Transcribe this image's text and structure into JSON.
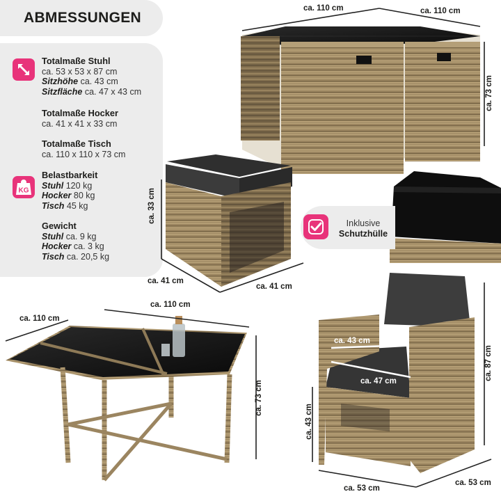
{
  "heading": "ABMESSUNGEN",
  "specs": {
    "chair": {
      "title": "Totalmaße Stuhl",
      "size": "ca. 53 x 53 x 87 cm",
      "seat_height_label": "Sitzhöhe",
      "seat_height_value": "ca. 43 cm",
      "seat_area_label": "Sitzfläche",
      "seat_area_value": "ca. 47 x 43 cm"
    },
    "stool": {
      "title": "Totalmaße Hocker",
      "size": "ca. 41 x 41 x 33 cm"
    },
    "table": {
      "title": "Totalmaße Tisch",
      "size": "ca. 110 x 110 x 73 cm"
    },
    "load": {
      "icon_text": "KG",
      "title": "Belastbarkeit",
      "rows": [
        {
          "label": "Stuhl",
          "value": "120 kg"
        },
        {
          "label": "Hocker",
          "value": "80 kg"
        },
        {
          "label": "Tisch",
          "value": "45 kg"
        }
      ]
    },
    "weight": {
      "title": "Gewicht",
      "rows": [
        {
          "label": "Stuhl",
          "value": "ca. 9 kg"
        },
        {
          "label": "Hocker",
          "value": "ca. 3 kg"
        },
        {
          "label": "Tisch",
          "value": "ca. 20,5 kg"
        }
      ]
    }
  },
  "cover_badge": {
    "line1": "Inklusive",
    "line2": "Schutzhülle"
  },
  "dimensions": {
    "set_width": "ca. 110 cm",
    "set_depth": "ca. 110 cm",
    "set_height": "ca. 73 cm",
    "stool_height": "ca. 33 cm",
    "stool_width": "ca. 41 cm",
    "stool_depth": "ca. 41 cm",
    "table_width": "ca. 110 cm",
    "table_depth": "ca. 110 cm",
    "table_height": "ca. 73 cm",
    "chair_seat_depth": "ca. 43 cm",
    "chair_seat_width": "ca. 47 cm",
    "chair_height": "ca. 87 cm",
    "chair_seat_height": "ca. 43 cm",
    "chair_width": "ca. 53 cm",
    "chair_depth": "ca. 53 cm"
  },
  "colors": {
    "accent": "#e8337a",
    "rattan": "#a08a63",
    "glass": "#141414",
    "cushion": "#3a3a3a"
  },
  "icons": {
    "size": "resize-diagonal-icon",
    "load": "weight-kg-icon",
    "cover": "checkmark-icon"
  }
}
